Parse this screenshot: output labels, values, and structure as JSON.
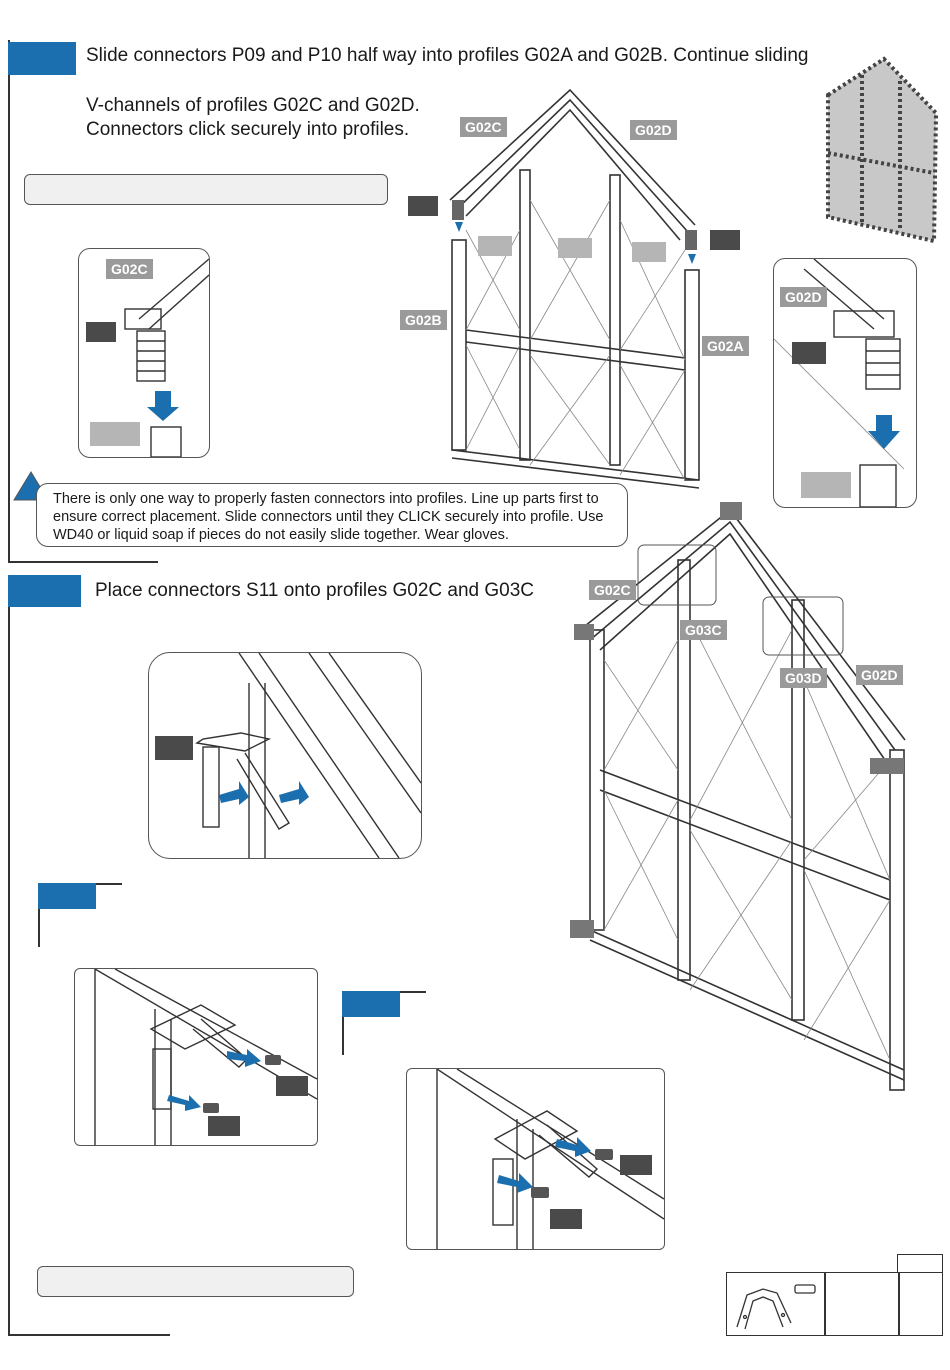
{
  "step1": {
    "instruction_line1": "Slide connectors P09 and P10 half way into profiles G02A and G02B. Continue sliding",
    "instruction_line2": "V-channels of profiles G02C and G02D.",
    "instruction_line3": "Connectors click securely into profiles.",
    "labels": {
      "g02c_main": "G02C",
      "g02d_main": "G02D",
      "g02b": "G02B",
      "g02a": "G02A",
      "g02c_detail": "G02C",
      "g02d_detail": "G02D"
    },
    "warning": "There is only one way to properly fasten connectors into profiles. Line up parts first to ensure correct placement. Slide connectors until they CLICK securely into profile. Use WD40 or liquid soap if pieces do not easily slide together. Wear gloves."
  },
  "step2": {
    "instruction": "Place connectors S11 onto profiles G02C and G03C",
    "labels": {
      "g02c": "G02C",
      "g03c": "G03C",
      "g03d": "G03D",
      "g02d": "G02D"
    }
  },
  "colors": {
    "accent": "#1b6fae",
    "label_grey": "#9a9a9a",
    "placeholder_dark": "#4a4a4a",
    "placeholder_light": "#b5b5b5"
  }
}
